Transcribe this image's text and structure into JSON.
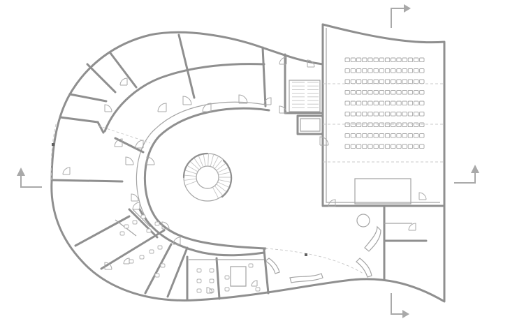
{
  "plan": {
    "wall_color": "#8f8f8f",
    "line_color": "#a4a4a4",
    "background": "#ffffff",
    "auditorium": {
      "seat_rows": 9,
      "seats_per_row": 14
    },
    "section_markers": [
      "arrow-top",
      "arrow-left",
      "arrow-right",
      "arrow-bottom"
    ]
  }
}
